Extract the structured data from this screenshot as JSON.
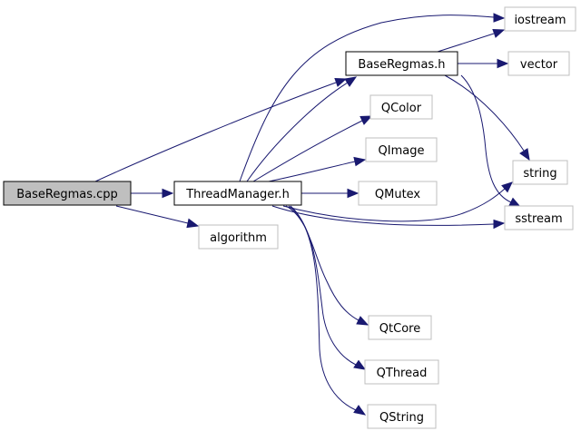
{
  "graph": {
    "edge_color": "#191970",
    "root_fill": "#bfbfbf",
    "external_border": "#bfbfbf",
    "nodes": {
      "basecpp": "BaseRegmas.cpp",
      "threadmgr": "ThreadManager.h",
      "basehdr": "BaseRegmas.h",
      "algorithm": "algorithm",
      "iostream": "iostream",
      "vector": "vector",
      "qcolor": "QColor",
      "qimage": "QImage",
      "qmutex": "QMutex",
      "string": "string",
      "sstream": "sstream",
      "qtcore": "QtCore",
      "qthread": "QThread",
      "qstring": "QString"
    }
  }
}
